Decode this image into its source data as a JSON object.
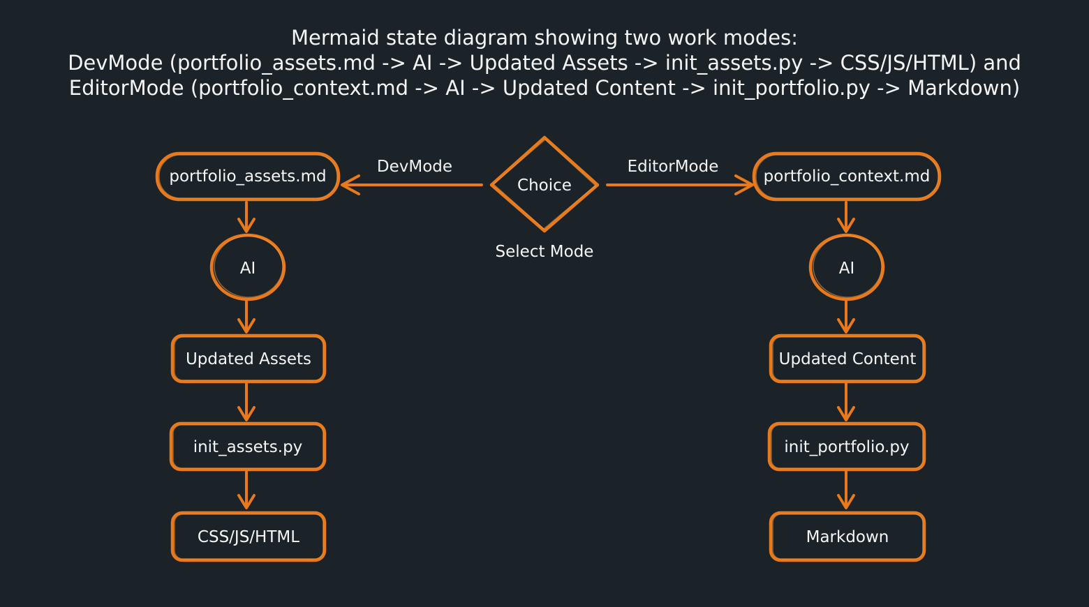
{
  "title": {
    "line1": "Mermaid state diagram showing two work modes:",
    "line2": "DevMode (portfolio_assets.md -> AI -> Updated Assets -> init_assets.py -> CSS/JS/HTML) and",
    "line3": "EditorMode (portfolio_context.md -> AI -> Updated Content -> init_portfolio.py -> Markdown)"
  },
  "choice": {
    "label": "Choice",
    "caption": "Select Mode"
  },
  "edges": {
    "dev_label": "DevMode",
    "editor_label": "EditorMode"
  },
  "dev_branch": {
    "source": "portfolio_assets.md",
    "ai": "AI",
    "updated": "Updated Assets",
    "script": "init_assets.py",
    "output": "CSS/JS/HTML"
  },
  "editor_branch": {
    "source": "portfolio_context.md",
    "ai": "AI",
    "updated": "Updated Content",
    "script": "init_portfolio.py",
    "output": "Markdown"
  },
  "colors": {
    "background": "#1b2329",
    "accent": "#e8791c",
    "text": "#f4f4f4"
  }
}
